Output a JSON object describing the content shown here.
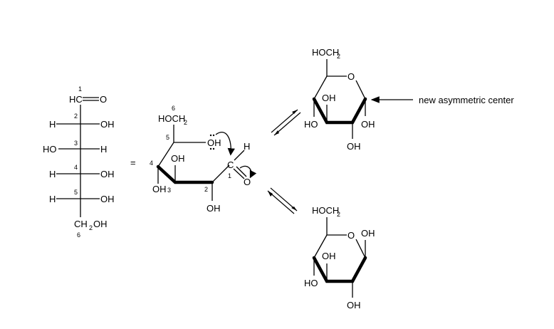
{
  "fischer": {
    "c1_top": "HC",
    "c1_O": "O",
    "h": "H",
    "oh": "OH",
    "ho": "HO",
    "c6_prefix": "CH",
    "c6_sub": "2",
    "c6_suffix": "OH",
    "nums": [
      "1",
      "2",
      "3",
      "4",
      "5",
      "6"
    ]
  },
  "equals": "=",
  "open_ring": {
    "hoch_prefix": "HOCH",
    "hoch_sub": "2",
    "oh": "OH",
    "H": "H",
    "C": "C",
    "O": "O",
    "nums": [
      "6",
      "5",
      "4",
      "3",
      "2",
      "1"
    ]
  },
  "product_top": {
    "hoch_prefix": "HOCH",
    "hoch_sub": "2",
    "O": "O",
    "OH": "OH",
    "HO": "HO"
  },
  "product_bottom": {
    "hoch_prefix": "HOCH",
    "hoch_sub": "2",
    "O": "O",
    "OH": "OH",
    "HO": "HO"
  },
  "annotation": "new asymmetric center"
}
